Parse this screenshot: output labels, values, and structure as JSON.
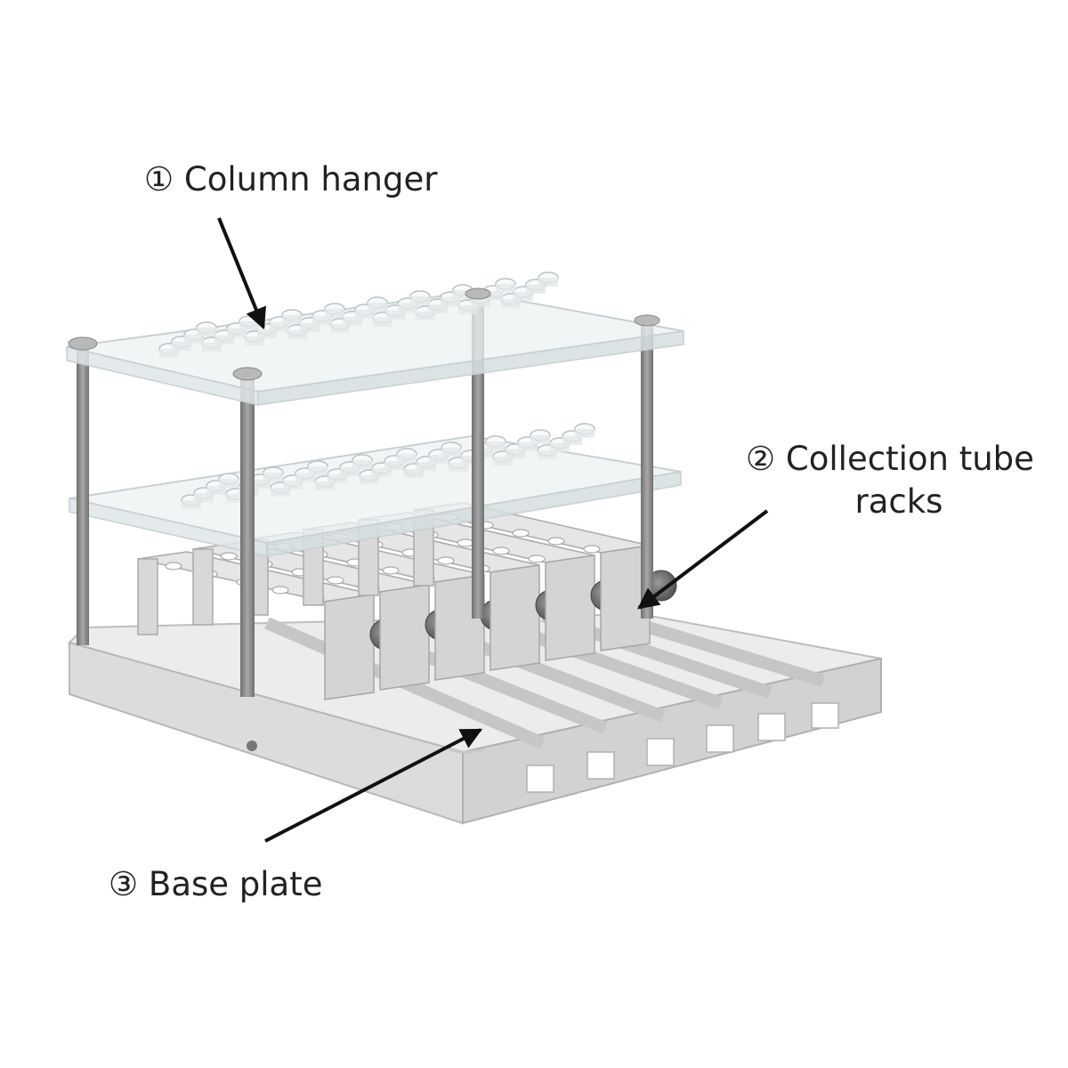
{
  "labels": {
    "column_hanger": "① Column hanger",
    "collection_racks_line1": "② Collection tube",
    "collection_racks_line2": "racks",
    "base_plate": "③ Base plate"
  },
  "colors": {
    "base_face": "#dedede",
    "base_top": "#ececec",
    "base_shadow": "#c4c4c4",
    "acrylic": "#eaeef0",
    "acrylic_edge": "#cfd6d8",
    "rod": "#8a8a8a",
    "knob": "#6e6e6e",
    "arrow": "#111111"
  },
  "icons": {
    "arrow": "arrow-icon",
    "part_number": "circled-number"
  }
}
